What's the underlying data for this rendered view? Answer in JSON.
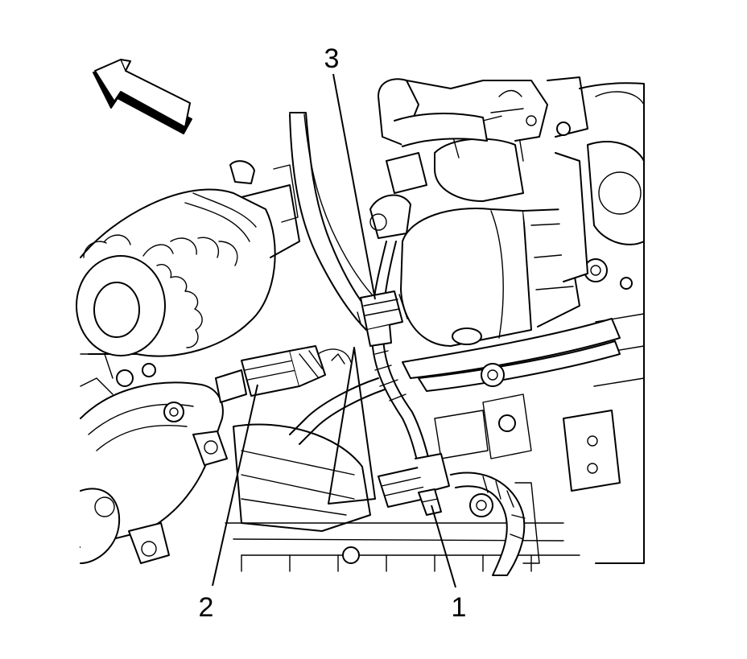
{
  "diagram": {
    "callouts": [
      {
        "id": "callout-1",
        "label": "1"
      },
      {
        "id": "callout-2",
        "label": "2"
      },
      {
        "id": "callout-3",
        "label": "3"
      }
    ],
    "icons": {
      "direction_arrow": "front-direction-arrow-icon"
    },
    "colors": {
      "line": "#000000",
      "background": "#ffffff"
    }
  }
}
